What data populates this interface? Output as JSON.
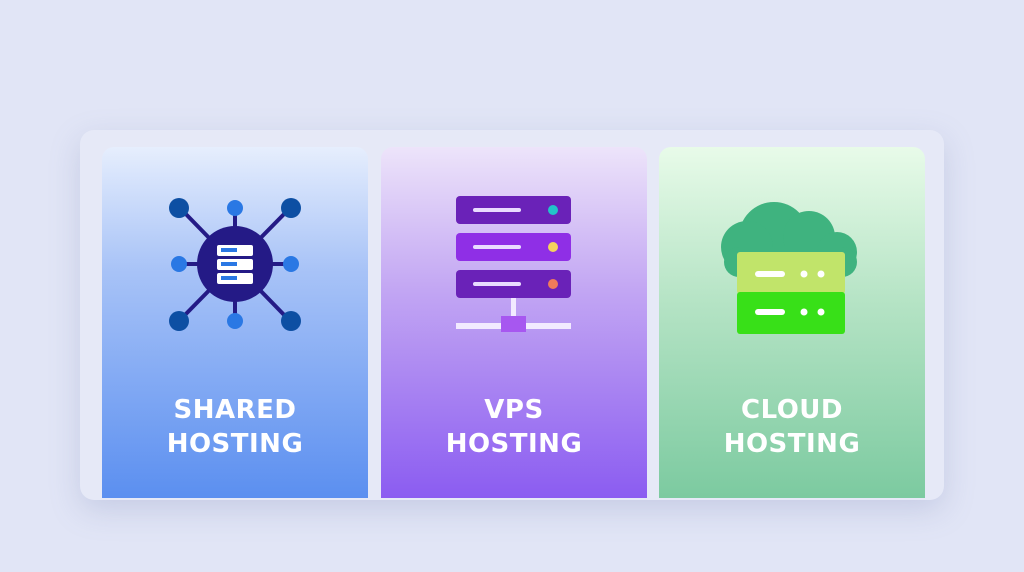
{
  "cards": [
    {
      "line1": "SHARED",
      "line2": "HOSTING",
      "icon": "network-server-icon"
    },
    {
      "line1": "VPS",
      "line2": "HOSTING",
      "icon": "server-rack-icon"
    },
    {
      "line1": "CLOUD",
      "line2": "HOSTING",
      "icon": "cloud-server-icon"
    }
  ],
  "colors": {
    "shared": "#5b8ff0",
    "vps": "#8b5cf1",
    "cloud": "#7ccaa0"
  }
}
